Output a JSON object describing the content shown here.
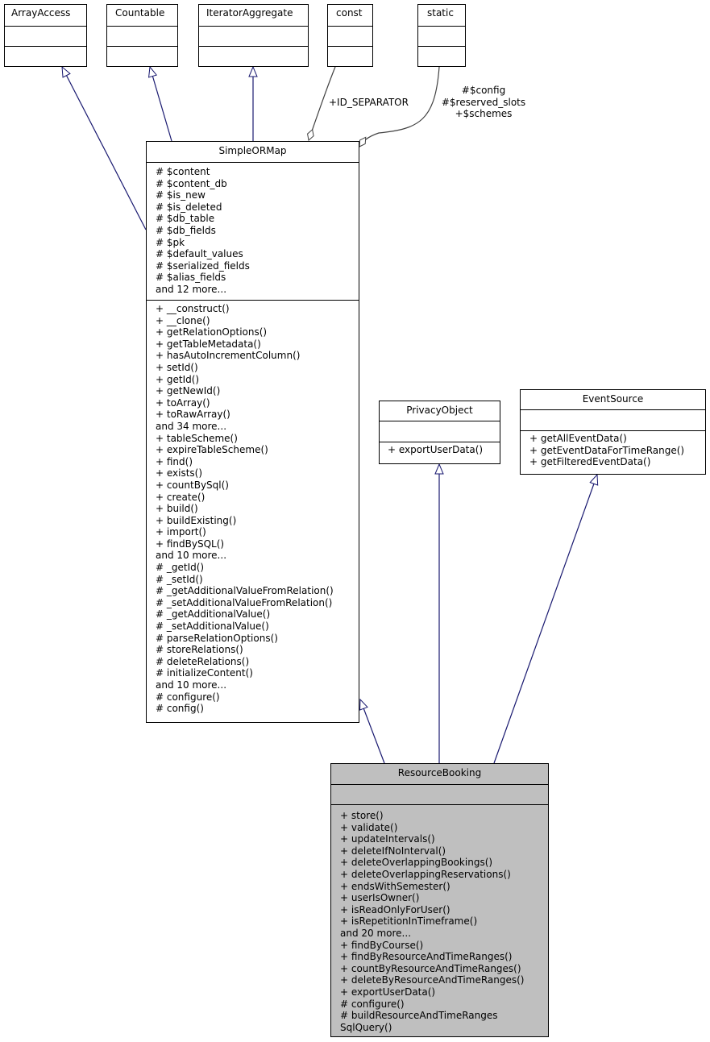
{
  "classes": {
    "array_access": {
      "name": "ArrayAccess"
    },
    "countable": {
      "name": "Countable"
    },
    "iterator_aggregate": {
      "name": "IteratorAggregate"
    },
    "const": {
      "name": "const"
    },
    "static": {
      "name": "static"
    },
    "simple_or_map": {
      "name": "SimpleORMap",
      "attributes": [
        "# $content",
        "# $content_db",
        "# $is_new",
        "# $is_deleted",
        "# $db_table",
        "# $db_fields",
        "# $pk",
        "# $default_values",
        "# $serialized_fields",
        "# $alias_fields",
        "and 12 more..."
      ],
      "methods": [
        "+ __construct()",
        "+ __clone()",
        "+ getRelationOptions()",
        "+ getTableMetadata()",
        "+ hasAutoIncrementColumn()",
        "+ setId()",
        "+ getId()",
        "+ getNewId()",
        "+ toArray()",
        "+ toRawArray()",
        "and 34 more...",
        "+ tableScheme()",
        "+ expireTableScheme()",
        "+ find()",
        "+ exists()",
        "+ countBySql()",
        "+ create()",
        "+ build()",
        "+ buildExisting()",
        "+ import()",
        "+ findBySQL()",
        "and 10 more...",
        "# _getId()",
        "# _setId()",
        "# _getAdditionalValueFromRelation()",
        "# _setAdditionalValueFromRelation()",
        "# _getAdditionalValue()",
        "# _setAdditionalValue()",
        "# parseRelationOptions()",
        "# storeRelations()",
        "# deleteRelations()",
        "# initializeContent()",
        "and 10 more...",
        "# configure()",
        "# config()"
      ]
    },
    "privacy_object": {
      "name": "PrivacyObject",
      "methods": [
        "+ exportUserData()"
      ]
    },
    "event_source": {
      "name": "EventSource",
      "methods": [
        "+ getAllEventData()",
        "+ getEventDataForTimeRange()",
        "+ getFilteredEventData()"
      ]
    },
    "resource_booking": {
      "name": "ResourceBooking",
      "methods": [
        "+ store()",
        "+ validate()",
        "+ updateIntervals()",
        "+ deleteIfNoInterval()",
        "+ deleteOverlappingBookings()",
        "+ deleteOverlappingReservations()",
        "+ endsWithSemester()",
        "+ userIsOwner()",
        "+ isReadOnlyForUser()",
        "+ isRepetitionInTimeframe()",
        "and 20 more...",
        "+ findByCourse()",
        "+ findByResourceAndTimeRanges()",
        "+ countByResourceAndTimeRanges()",
        "+ deleteByResourceAndTimeRanges()",
        "+ exportUserData()",
        "# configure()",
        "# buildResourceAndTimeRanges",
        "SqlQuery()"
      ]
    }
  },
  "edge_labels": {
    "const_edge": "+ID_SEPARATOR",
    "static_edge": [
      "#$config",
      "#$reserved_slots",
      "+$schemes"
    ]
  },
  "colors": {
    "inheritance_edge": "#191970",
    "usage_edge": "#404040",
    "highlight_fill": "#bfbfbf"
  }
}
